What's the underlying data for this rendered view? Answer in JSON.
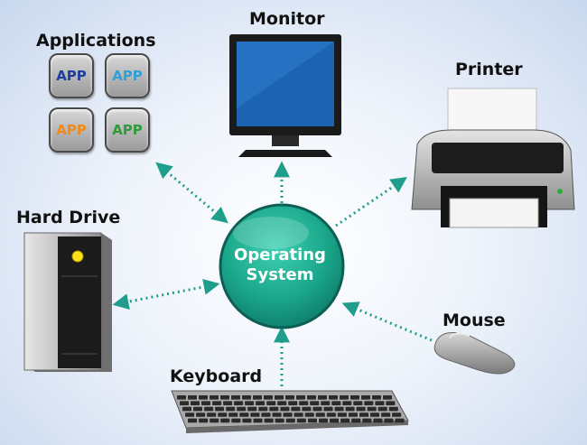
{
  "labels": {
    "applications": "Applications",
    "monitor": "Monitor",
    "printer": "Printer",
    "hard_drive": "Hard Drive",
    "operating_system_line1": "Operating",
    "operating_system_line2": "System",
    "mouse": "Mouse",
    "keyboard": "Keyboard"
  },
  "apps": [
    {
      "label": "APP",
      "color": "#1f3f9e"
    },
    {
      "label": "APP",
      "color": "#2fa0d8"
    },
    {
      "label": "APP",
      "color": "#f08a1c"
    },
    {
      "label": "APP",
      "color": "#2e9a3a"
    }
  ],
  "colors": {
    "os_circle": "#1ea88e",
    "os_circle_border": "#0d5e54",
    "arrow": "#1f9e8b"
  },
  "icons": [
    "applications-icon",
    "monitor-icon",
    "printer-icon",
    "hard-drive-icon",
    "mouse-icon",
    "keyboard-icon"
  ]
}
